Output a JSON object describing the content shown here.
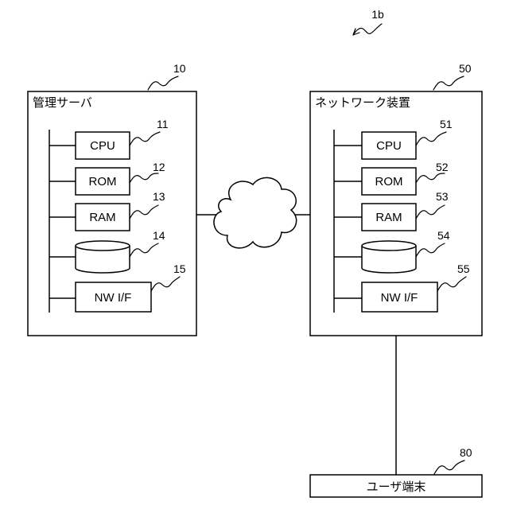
{
  "figure_ref": "1b",
  "management_server": {
    "ref": "10",
    "title": "管理サーバ",
    "cpu": {
      "label": "CPU",
      "ref": "11"
    },
    "rom": {
      "label": "ROM",
      "ref": "12"
    },
    "ram": {
      "label": "RAM",
      "ref": "13"
    },
    "storage": {
      "ref": "14"
    },
    "nw": {
      "label": "NW I/F",
      "ref": "15"
    }
  },
  "network_device": {
    "ref": "50",
    "title": "ネットワーク装置",
    "cpu": {
      "label": "CPU",
      "ref": "51"
    },
    "rom": {
      "label": "ROM",
      "ref": "52"
    },
    "ram": {
      "label": "RAM",
      "ref": "53"
    },
    "storage": {
      "ref": "54"
    },
    "nw": {
      "label": "NW I/F",
      "ref": "55"
    }
  },
  "user_terminal": {
    "ref": "80",
    "title": "ユーザ端末"
  },
  "network": {
    "icon": "cloud-icon"
  }
}
